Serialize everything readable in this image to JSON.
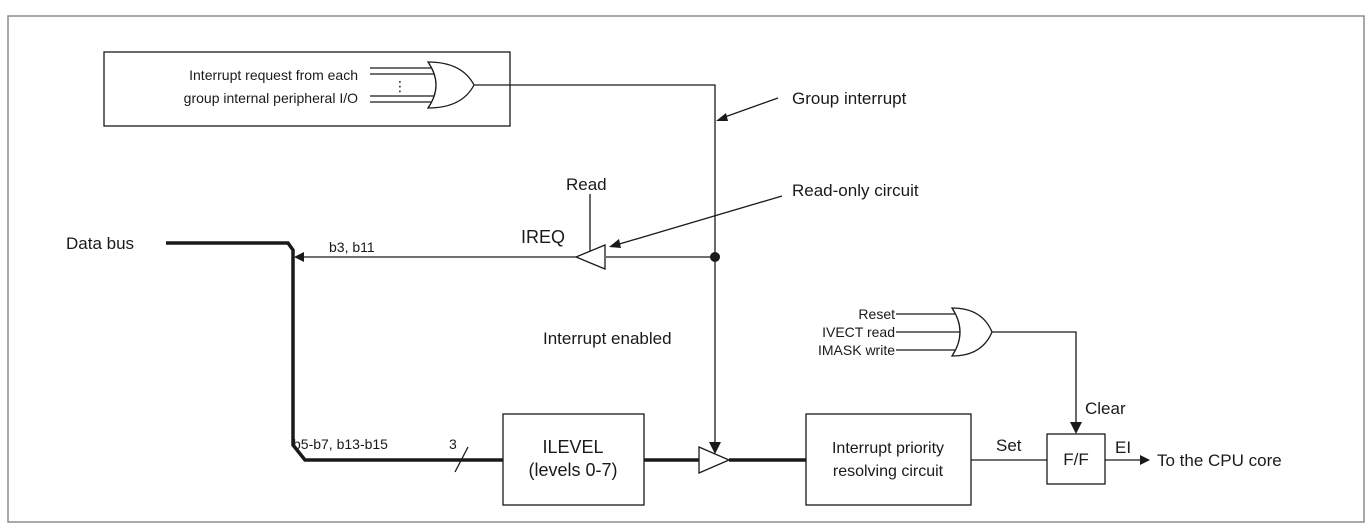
{
  "labels": {
    "irq_source_line1": "Interrupt request from each",
    "irq_source_line2": "group internal peripheral I/O",
    "or_gate_dots": "⋮",
    "group_interrupt": "Group interrupt",
    "read": "Read",
    "ireq": "IREQ",
    "read_only_circuit": "Read-only circuit",
    "data_bus": "Data bus",
    "ireq_bits": "b3, b11",
    "interrupt_enabled": "Interrupt enabled",
    "reset": "Reset",
    "ivect_read": "IVECT read",
    "imask_write": "IMASK write",
    "clear": "Clear",
    "ilevel_bits": "b5-b7, b13-b15",
    "bus_width": "3",
    "ilevel_line1": "ILEVEL",
    "ilevel_line2": "(levels 0-7)",
    "priority_line1": "Interrupt priority",
    "priority_line2": "resolving circuit",
    "set": "Set",
    "flip_flop": "F/F",
    "ei": "EI",
    "cpu_core": "To the CPU core"
  },
  "colors": {
    "line": "#1a1a1a",
    "background": "#ffffff",
    "frame": "#8c8c8c"
  }
}
